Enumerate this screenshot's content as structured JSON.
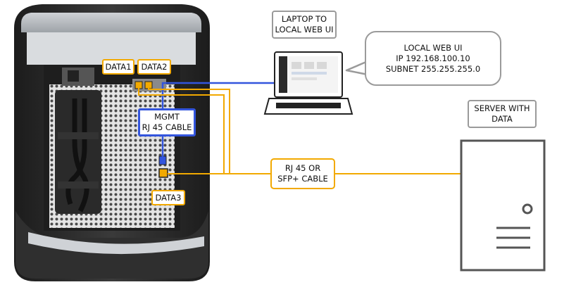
{
  "callouts": {
    "laptop_label": [
      "LAPTOP TO",
      "LOCAL WEB UI"
    ],
    "web_ui_bubble": [
      "LOCAL WEB UI",
      "IP 192.168.100.10",
      "SUBNET 255.255.255.0"
    ],
    "server_label": [
      "SERVER WITH",
      "DATA"
    ],
    "mgmt_label": [
      "MGMT",
      "RJ 45 CABLE"
    ],
    "cable_label": [
      "RJ 45 OR",
      "SFP+ CABLE"
    ]
  },
  "ports": {
    "data1": "DATA1",
    "data2": "DATA2",
    "data3": "DATA3"
  },
  "colors": {
    "data_cable": "#f2a900",
    "mgmt_cable": "#3355dd",
    "callout_border": "#9a9a9a",
    "device_body": "#2b2b2b",
    "server_outline": "#555555"
  }
}
